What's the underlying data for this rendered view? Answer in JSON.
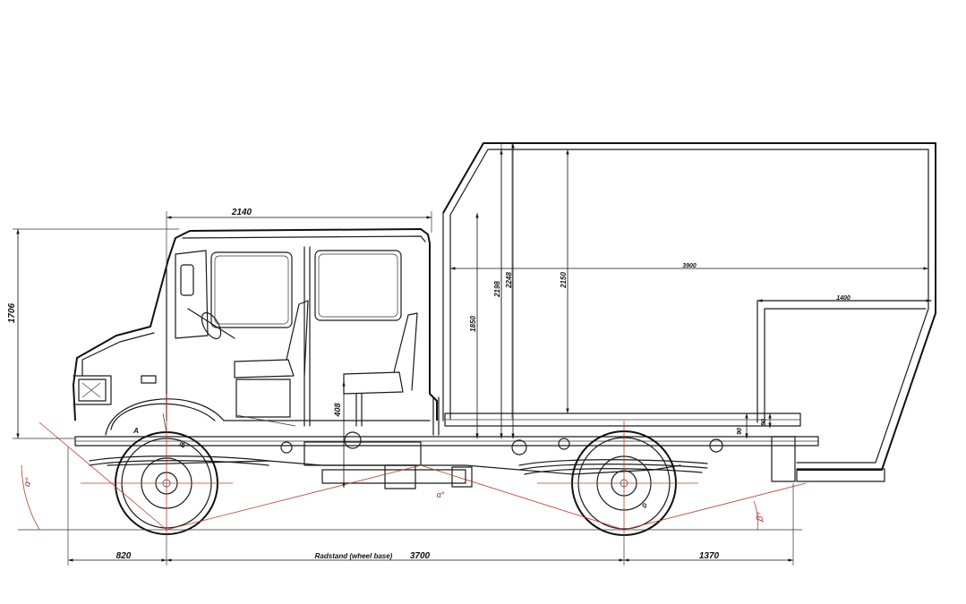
{
  "dimensions": {
    "cab_length": "2140",
    "cab_height": "1706",
    "front_overhang": "820",
    "wheel_base_label": "Radstand (wheel base)",
    "wheel_base": "3700",
    "rear_overhang": "1370",
    "body_length": "3900",
    "body_height_outer": "2248",
    "body_height_mid": "2198",
    "body_height_inner": "2150",
    "side_panel_height": "1850",
    "seat_height": "408",
    "rear_step_length": "1400",
    "floor_thickness_a": "90",
    "floor_thickness_b": "90"
  },
  "angles": {
    "approach": "α°",
    "departure": "β°",
    "ramp": "α°"
  },
  "markers": {
    "a": "A",
    "b": "B",
    "d": "D"
  },
  "colors": {
    "line": "#1a1a1a",
    "red_geometry": "#c0392b"
  }
}
